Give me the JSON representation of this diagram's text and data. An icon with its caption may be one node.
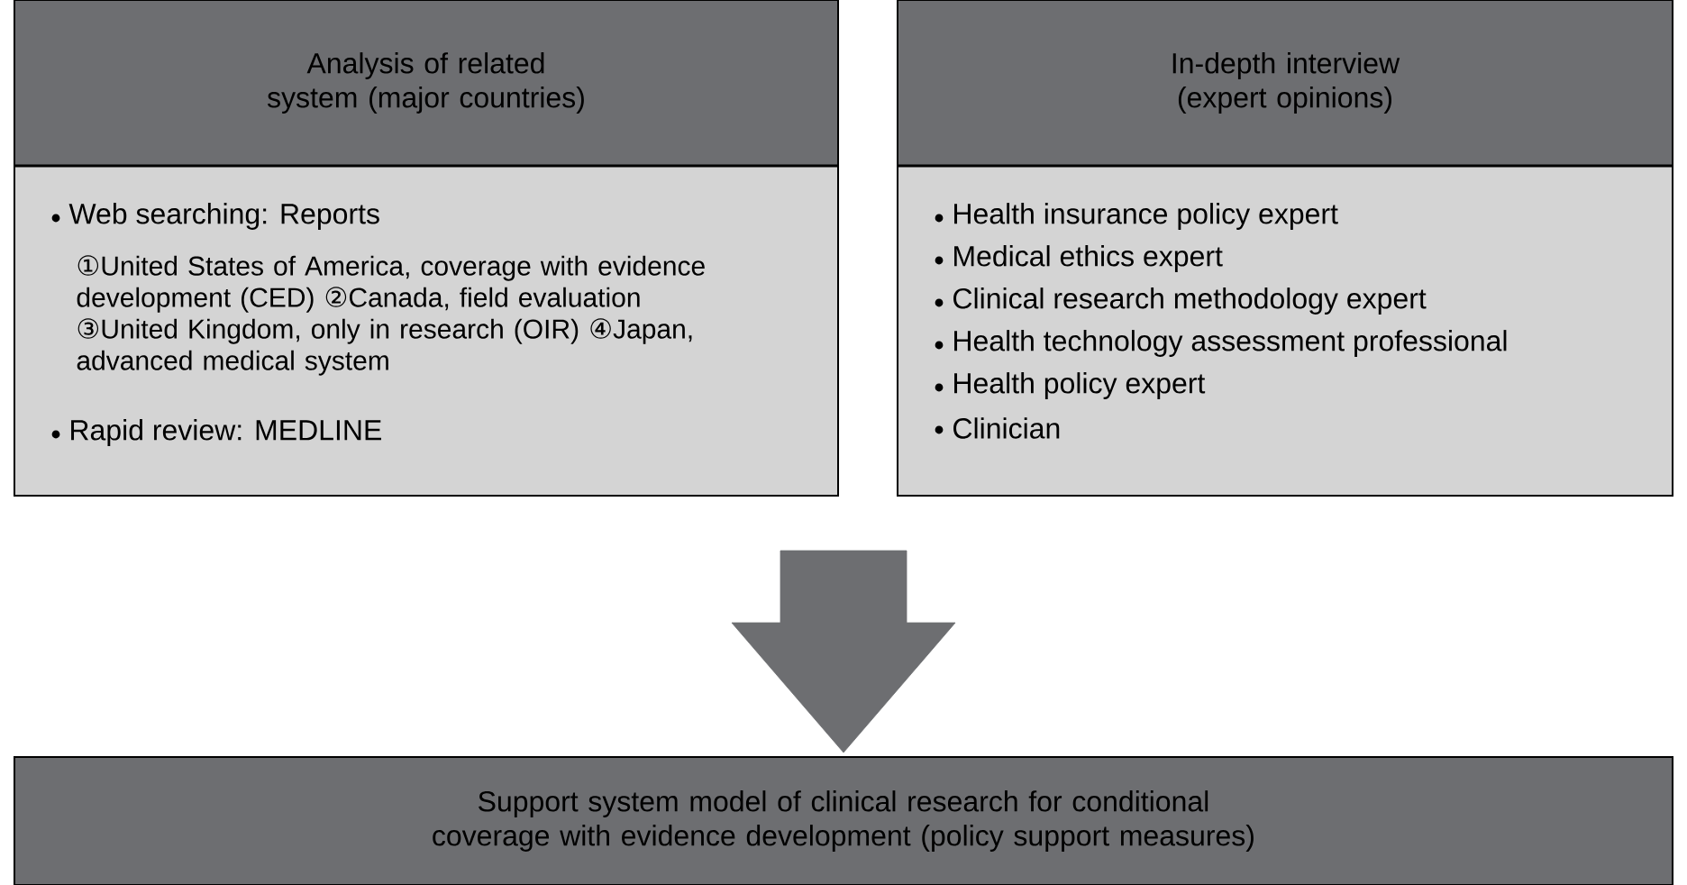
{
  "diagram": {
    "nodes": [
      {
        "text": [
          "Analysis of related system (major countries)",
          "Web searching: Reports",
          "①United States of America, coverage with evidence development (CED) ②Canada, field evaluation ③United Kingdom, only in research (OIR) ④Japan, advanced medical system",
          "Rapid review: MEDLINE"
        ]
      },
      {
        "text": [
          "In-depth interview (expert opinions)",
          "Health insurance policy expert",
          "Medical ethics expert",
          "Clinical research methodology expert",
          "Health technology assessment professional",
          "Health policy expert",
          "Clinician"
        ]
      },
      {
        "text": [
          "Support system model of clinical research for conditional coverage with evidence development (policy support measures)"
        ]
      }
    ],
    "edges": [
      {
        "from": 0,
        "to": 2,
        "arrow": "to"
      },
      {
        "from": 1,
        "to": 2,
        "arrow": "to"
      }
    ]
  }
}
